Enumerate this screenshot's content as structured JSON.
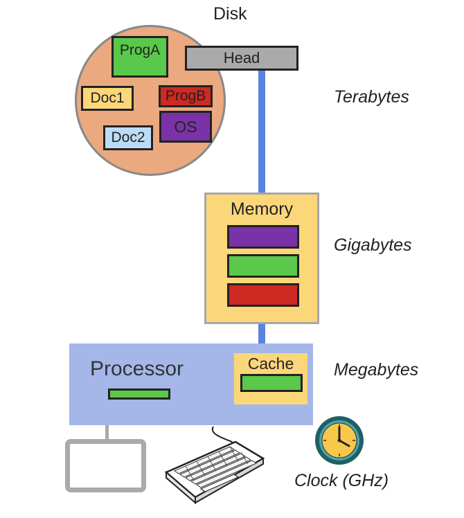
{
  "disk": {
    "title": "Disk",
    "head_label": "Head",
    "files": [
      {
        "label": "ProgA",
        "color": "#5ac84a"
      },
      {
        "label": "Doc1",
        "color": "#fbd77a"
      },
      {
        "label": "ProgB",
        "color": "#cc2a22"
      },
      {
        "label": "OS",
        "color": "#7a33a6"
      },
      {
        "label": "Doc2",
        "color": "#bcdcf5"
      }
    ],
    "platter_color": "#eaa97e"
  },
  "memory": {
    "title": "Memory",
    "blocks": [
      {
        "color": "#7a33a6"
      },
      {
        "color": "#5ac84a"
      },
      {
        "color": "#cc2a22"
      }
    ]
  },
  "processor": {
    "title": "Processor",
    "cache_label": "Cache"
  },
  "capacities": {
    "disk": "Terabytes",
    "memory": "Gigabytes",
    "cache": "Megabytes"
  },
  "clock": {
    "label": "Clock (GHz)"
  },
  "colors": {
    "bus": "#5b84dc",
    "processor_bg": "#a4b7e8",
    "memory_bg": "#fbd77a",
    "green": "#5ac84a"
  }
}
